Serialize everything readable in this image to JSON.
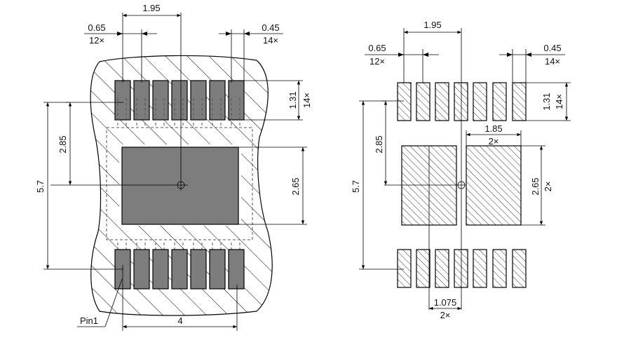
{
  "left_view": {
    "pitch_label": "1.95",
    "pad_width_label": "0.65",
    "pad_width_count": "12×",
    "end_pad_label": "0.45",
    "end_pad_count": "14×",
    "pad_length_label": "1.31",
    "pad_length_count": "14×",
    "offset_label": "2.85",
    "span_label": "5.7",
    "exposed_pad_height_label": "2.65",
    "width_label": "4",
    "pin1_label": "Pin1"
  },
  "right_view": {
    "pitch_label": "1.95",
    "pad_width_label": "0.65",
    "pad_width_count": "12×",
    "end_pad_label": "0.45",
    "end_pad_count": "14×",
    "pad_length_label": "1.31",
    "pad_length_count": "14×",
    "exposed_pad_width_label": "1.85",
    "exposed_pad_width_count": "2×",
    "offset_label": "2.85",
    "span_label": "5.7",
    "exposed_pad_height_label": "2.65",
    "exposed_pad_height_count": "2×",
    "gap_label": "1.075",
    "gap_count": "2×"
  }
}
